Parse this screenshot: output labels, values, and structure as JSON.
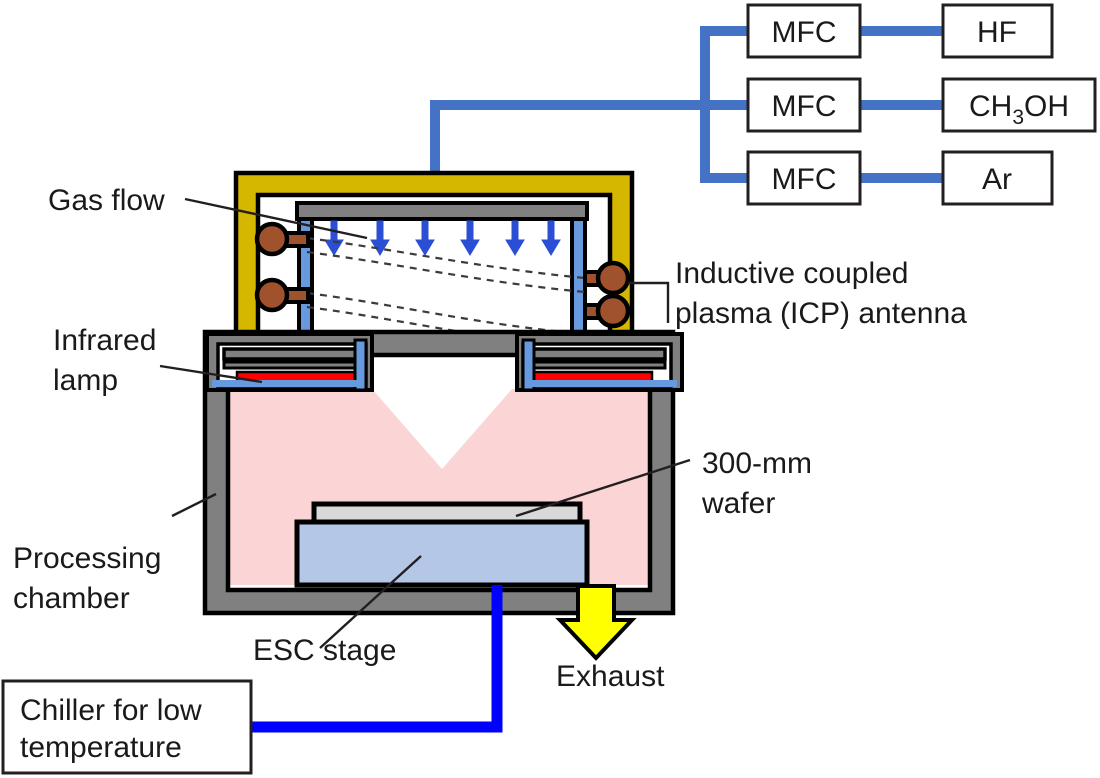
{
  "figure": {
    "title": "Plasma processing chamber schematic",
    "background_color": "#ffffff"
  },
  "colors": {
    "gas_line": "#4472c4",
    "chiller_line": "#0000ff",
    "plasma_region": "#fbd5d5",
    "esc_stage": "#b4c7e7",
    "wafer": "#d9d9d9",
    "chamber_wall": "#808080",
    "icp_shield": "#d6b700",
    "antenna_copper": "#a0522d",
    "lamp_element": "#ff0000",
    "exhaust_arrow": "#ffff00",
    "gas_arrow": "#2b4fd4",
    "outline": "#000000",
    "quartz_window": "#6699dd"
  },
  "gas_panel": {
    "mfc_label": "MFC",
    "rows": [
      {
        "mfc": "MFC",
        "gas": "HF",
        "gas_sub": "",
        "gas_tail": ""
      },
      {
        "mfc": "MFC",
        "gas": "CH",
        "gas_sub": "3",
        "gas_tail": "OH"
      },
      {
        "mfc": "MFC",
        "gas": "Ar",
        "gas_sub": "",
        "gas_tail": ""
      }
    ]
  },
  "labels": {
    "gas_flow": "Gas flow",
    "icp_line1": "Inductive coupled",
    "icp_line2": "plasma (ICP) antenna",
    "infrared_line1": "Infrared",
    "infrared_line2": "lamp",
    "wafer_line1": "300-mm",
    "wafer_line2": "wafer",
    "chamber_line1": "Processing",
    "chamber_line2": "chamber",
    "esc_stage": "ESC stage",
    "exhaust": "Exhaust",
    "chiller_line1": "Chiller for low",
    "chiller_line2": "temperature"
  },
  "components": {
    "gas_arrow_count": 6,
    "antenna_coil_count": 4,
    "lamp_count": 2
  }
}
